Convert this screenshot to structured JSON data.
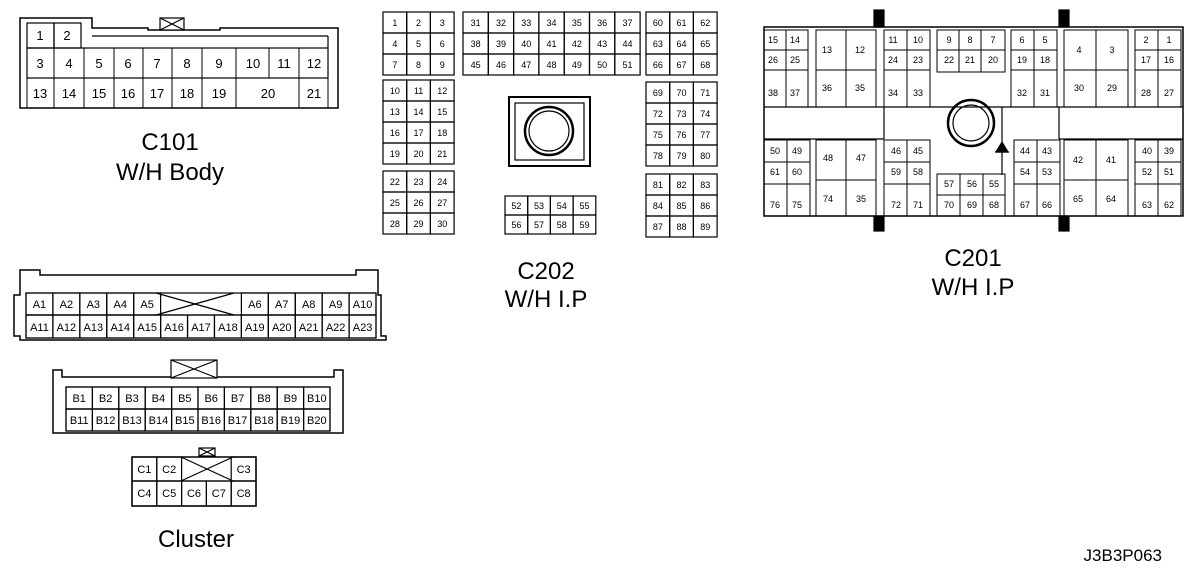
{
  "c101": {
    "name": "C101",
    "desc": "W/H Body",
    "row1": [
      "1",
      "2"
    ],
    "row2": [
      "3",
      "4",
      "5",
      "6",
      "7",
      "8",
      "9",
      "10",
      "11",
      "12"
    ],
    "row3": [
      "13",
      "14",
      "15",
      "16",
      "17",
      "18",
      "19",
      "20",
      "21"
    ]
  },
  "c202": {
    "name": "C202",
    "desc": "W/H I.P",
    "g1": [
      "1",
      "2",
      "3",
      "4",
      "5",
      "6",
      "7",
      "8",
      "9"
    ],
    "g2": [
      "10",
      "11",
      "12",
      "13",
      "14",
      "15",
      "16",
      "17",
      "18",
      "19",
      "20",
      "21"
    ],
    "g3": [
      "22",
      "23",
      "24",
      "25",
      "26",
      "27",
      "28",
      "29",
      "30"
    ],
    "g4": [
      "31",
      "32",
      "33",
      "34",
      "35",
      "36",
      "37",
      "38",
      "39",
      "40",
      "41",
      "42",
      "43",
      "44",
      "45",
      "46",
      "47",
      "48",
      "49",
      "50",
      "51"
    ],
    "g5": [
      "52",
      "53",
      "54",
      "55",
      "56",
      "57",
      "58",
      "59"
    ],
    "g6": [
      "60",
      "61",
      "62",
      "63",
      "64",
      "65",
      "66",
      "67",
      "68"
    ],
    "g7": [
      "69",
      "70",
      "71",
      "72",
      "73",
      "74",
      "75",
      "76",
      "77",
      "78",
      "79",
      "80"
    ],
    "g8": [
      "81",
      "82",
      "83",
      "84",
      "85",
      "86",
      "87",
      "88",
      "89"
    ]
  },
  "c201": {
    "name": "C201",
    "desc": "W/H I.P",
    "small": [
      [
        "15",
        773,
        40
      ],
      [
        "14",
        795,
        40
      ],
      [
        "26",
        773,
        60
      ],
      [
        "25",
        795,
        60
      ],
      [
        "38",
        773,
        93
      ],
      [
        "37",
        795,
        93
      ],
      [
        "11",
        893,
        40
      ],
      [
        "10",
        918,
        40
      ],
      [
        "24",
        893,
        60
      ],
      [
        "23",
        918,
        60
      ],
      [
        "34",
        893,
        93
      ],
      [
        "33",
        918,
        93
      ],
      [
        "9",
        949,
        40
      ],
      [
        "8",
        970,
        40
      ],
      [
        "7",
        993,
        40
      ],
      [
        "22",
        949,
        60
      ],
      [
        "21",
        970,
        60
      ],
      [
        "20",
        993,
        60
      ],
      [
        "6",
        1022,
        40
      ],
      [
        "5",
        1045,
        40
      ],
      [
        "19",
        1022,
        60
      ],
      [
        "18",
        1045,
        60
      ],
      [
        "32",
        1022,
        93
      ],
      [
        "31",
        1045,
        93
      ],
      [
        "2",
        1146,
        40
      ],
      [
        "1",
        1169,
        40
      ],
      [
        "17",
        1146,
        60
      ],
      [
        "16",
        1169,
        60
      ],
      [
        "28",
        1146,
        93
      ],
      [
        "27",
        1169,
        93
      ],
      [
        "50",
        775,
        151
      ],
      [
        "49",
        797,
        151
      ],
      [
        "61",
        775,
        172
      ],
      [
        "60",
        797,
        172
      ],
      [
        "76",
        775,
        205
      ],
      [
        "75",
        797,
        205
      ],
      [
        "46",
        896,
        151
      ],
      [
        "45",
        918,
        151
      ],
      [
        "59",
        896,
        172
      ],
      [
        "58",
        918,
        172
      ],
      [
        "72",
        896,
        205
      ],
      [
        "71",
        918,
        205
      ],
      [
        "57",
        949,
        184
      ],
      [
        "56",
        972,
        184
      ],
      [
        "55",
        994,
        184
      ],
      [
        "70",
        949,
        205
      ],
      [
        "69",
        972,
        205
      ],
      [
        "68",
        994,
        205
      ],
      [
        "44",
        1025,
        151
      ],
      [
        "43",
        1047,
        151
      ],
      [
        "54",
        1025,
        172
      ],
      [
        "53",
        1047,
        172
      ],
      [
        "67",
        1025,
        205
      ],
      [
        "66",
        1047,
        205
      ],
      [
        "40",
        1147,
        151
      ],
      [
        "39",
        1169,
        151
      ],
      [
        "52",
        1147,
        172
      ],
      [
        "51",
        1169,
        172
      ],
      [
        "63",
        1147,
        205
      ],
      [
        "62",
        1169,
        205
      ]
    ],
    "big": [
      [
        "13",
        827,
        50
      ],
      [
        "12",
        860,
        50
      ],
      [
        "36",
        827,
        88
      ],
      [
        "35",
        860,
        88
      ],
      [
        "4",
        1079,
        50
      ],
      [
        "3",
        1112,
        50
      ],
      [
        "30",
        1079,
        88
      ],
      [
        "29",
        1112,
        88
      ],
      [
        "48",
        828,
        158
      ],
      [
        "47",
        861,
        158
      ],
      [
        "74",
        828,
        199
      ],
      [
        "35",
        861,
        199
      ],
      [
        "42",
        1078,
        160
      ],
      [
        "41",
        1111,
        160
      ],
      [
        "65",
        1078,
        199
      ],
      [
        "64",
        1111,
        199
      ]
    ]
  },
  "cluster": {
    "name": "Cluster",
    "a_row1": [
      "A1",
      "A2",
      "A3",
      "A4",
      "A5",
      "A6",
      "A7",
      "A8",
      "A9",
      "A10"
    ],
    "a_row2": [
      "A11",
      "A12",
      "A13",
      "A14",
      "A15",
      "A16",
      "A17",
      "A18",
      "A19",
      "A20",
      "A21",
      "A22",
      "A23"
    ],
    "b_row1": [
      "B1",
      "B2",
      "B3",
      "B4",
      "B5",
      "B6",
      "B7",
      "B8",
      "B9",
      "B10"
    ],
    "b_row2": [
      "B11",
      "B12",
      "B13",
      "B14",
      "B15",
      "B16",
      "B17",
      "B18",
      "B19",
      "B20"
    ],
    "c_row1": [
      "C1",
      "C2",
      "C3"
    ],
    "c_row2": [
      "C4",
      "C5",
      "C6",
      "C7",
      "C8"
    ]
  },
  "figure_code": "J3B3P063"
}
